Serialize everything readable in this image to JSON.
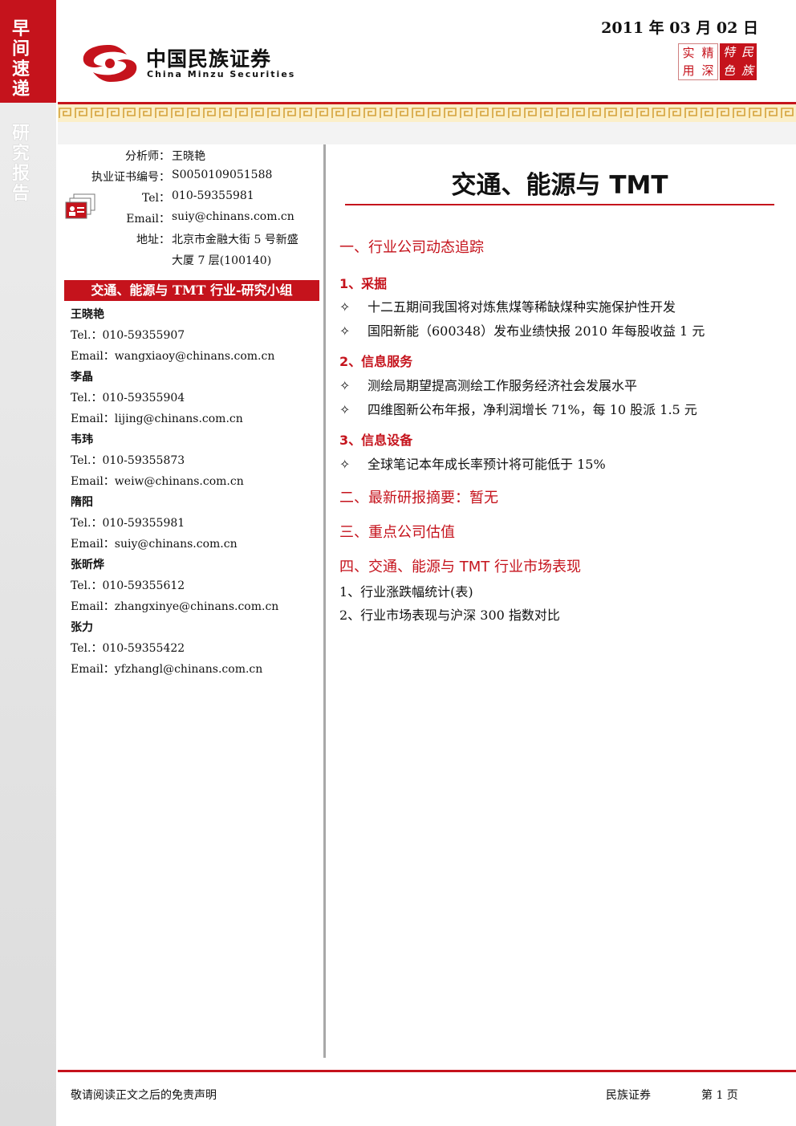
{
  "sidebar": {
    "top_label": "早间速递",
    "bottom_label": "研究报告"
  },
  "brand": {
    "name_cn": "中国民族证券",
    "name_en": "China Minzu Securities"
  },
  "date": "2011 年 03 月 02 日",
  "stamp": {
    "chars": [
      "实",
      "精",
      "用",
      "深"
    ],
    "red_chars": [
      "特",
      "民",
      "色",
      "族"
    ]
  },
  "analyst": {
    "analyst_label": "分析师：",
    "analyst_name": "王晓艳",
    "cert_label": "执业证书编号：",
    "cert_value": "S0050109051588",
    "tel_label": "Tel：",
    "tel_value": "010-59355981",
    "email_label": "Email：",
    "email_value": "suiy@chinans.com.cn",
    "addr_label": "地址：",
    "addr_line1": "北京市金融大街 5 号新盛",
    "addr_line2": "大厦 7 层(100140)"
  },
  "team": {
    "header": "交通、能源与 TMT 行业-研究小组",
    "members": [
      {
        "name": "王晓艳",
        "tel": "Tel.：010-59355907",
        "email": "Email：wangxiaoy@chinans.com.cn"
      },
      {
        "name": "李晶",
        "tel": "Tel.：010-59355904",
        "email": "Email：lijing@chinans.com.cn"
      },
      {
        "name": "韦玮",
        "tel": "Tel.：010-59355873",
        "email": "Email：weiw@chinans.com.cn"
      },
      {
        "name": "隋阳",
        "tel": "Tel.：010-59355981",
        "email": "Email：suiy@chinans.com.cn"
      },
      {
        "name": "张昕烨",
        "tel": "Tel.：010-59355612",
        "email": "Email：zhangxinye@chinans.com.cn"
      },
      {
        "name": "张力",
        "tel": "Tel.：010-59355422",
        "email": "Email：yfzhangl@chinans.com.cn"
      }
    ]
  },
  "main": {
    "title": "交通、能源与 TMT",
    "section1": "一、行业公司动态追踪",
    "sub1": "1、采掘",
    "sub1_items": [
      "十二五期间我国将对炼焦煤等稀缺煤种实施保护性开发",
      "国阳新能（600348）发布业绩快报 2010 年每股收益 1 元"
    ],
    "sub2": "2、信息服务",
    "sub2_items": [
      "测绘局期望提高测绘工作服务经济社会发展水平",
      "四维图新公布年报，净利润增长 71%，每 10 股派 1.5 元"
    ],
    "sub3": "3、信息设备",
    "sub3_items": [
      "全球笔记本年成长率预计将可能低于 15%"
    ],
    "section2": "二、最新研报摘要：暂无",
    "section3": "三、重点公司估值",
    "section4": "四、交通、能源与 TMT 行业市场表现",
    "s4_items": [
      "1、行业涨跌幅统计(表)",
      "2、行业市场表现与沪深 300 指数对比"
    ],
    "bullet_symbol": "✧"
  },
  "footer": {
    "disclaimer": "敬请阅读正文之后的免责声明",
    "company": "民族证券",
    "page": "第 1 页"
  }
}
